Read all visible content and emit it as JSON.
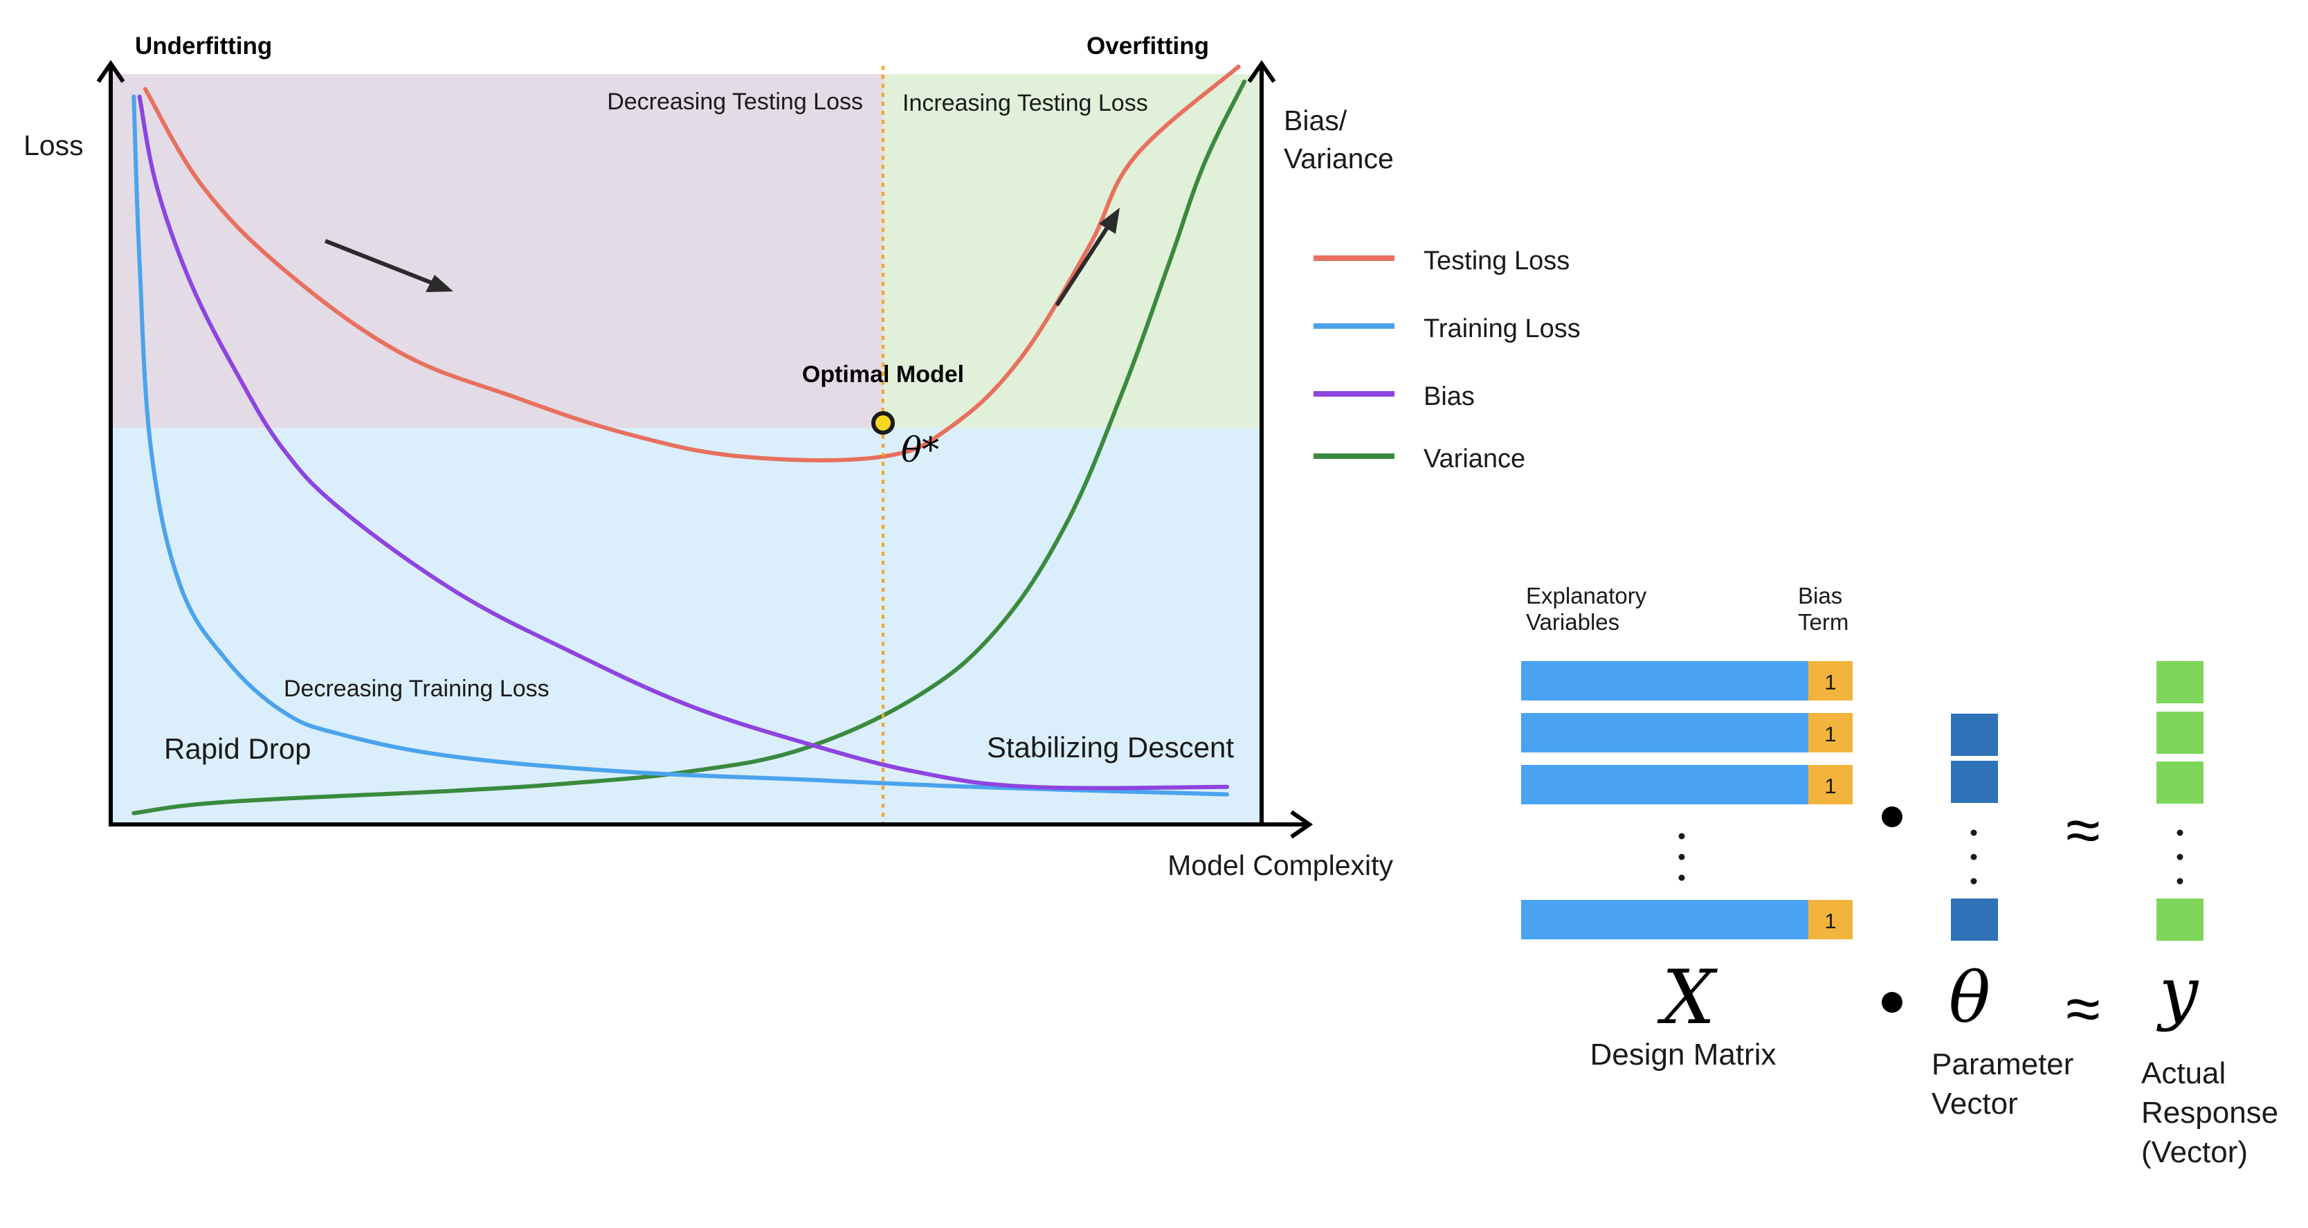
{
  "chart": {
    "corner_left": "Underfitting",
    "corner_right": "Overfitting",
    "y_axis_label": "Loss",
    "y2_axis_label_line1": "Bias/",
    "y2_axis_label_line2": "Variance",
    "x_axis_label": "Model Complexity",
    "region_left_top": "Decreasing Testing Loss",
    "region_right_top": "Increasing Testing Loss",
    "optimal_label": "Optimal Model",
    "theta_star": "θ*",
    "decreasing_training": "Decreasing Training Loss",
    "rapid_drop": "Rapid Drop",
    "stabilizing": "Stabilizing Descent",
    "colors": {
      "testing": "#e8705f",
      "training": "#4aa3ec",
      "bias": "#8e44e0",
      "variance": "#3a8a3e",
      "bg_underfit": "#e3dbe5",
      "bg_overfit": "#e1f0d9",
      "bg_lower": "#dbeefb",
      "optimal_line": "#f5a623",
      "optimal_marker": "#f5d81f"
    }
  },
  "legend": [
    {
      "label": "Testing Loss",
      "color": "#e8705f"
    },
    {
      "label": "Training Loss",
      "color": "#4aa3ec"
    },
    {
      "label": "Bias",
      "color": "#8e44e0"
    },
    {
      "label": "Variance",
      "color": "#3a8a3e"
    }
  ],
  "chart_data": {
    "type": "line",
    "xlabel": "Model Complexity",
    "ylabel": "Loss",
    "y2label": "Bias/ Variance",
    "series": [
      {
        "name": "Testing Loss",
        "color": "#e8705f",
        "points": [
          [
            0.03,
            0.98
          ],
          [
            0.08,
            0.85
          ],
          [
            0.15,
            0.74
          ],
          [
            0.25,
            0.63
          ],
          [
            0.35,
            0.57
          ],
          [
            0.45,
            0.52
          ],
          [
            0.55,
            0.49
          ],
          [
            0.67,
            0.49
          ],
          [
            0.73,
            0.53
          ],
          [
            0.79,
            0.62
          ],
          [
            0.85,
            0.77
          ],
          [
            0.89,
            0.89
          ],
          [
            0.98,
            1.01
          ]
        ]
      },
      {
        "name": "Training Loss",
        "color": "#4aa3ec",
        "points": [
          [
            0.02,
            0.97
          ],
          [
            0.025,
            0.75
          ],
          [
            0.035,
            0.5
          ],
          [
            0.06,
            0.32
          ],
          [
            0.1,
            0.22
          ],
          [
            0.15,
            0.15
          ],
          [
            0.2,
            0.12
          ],
          [
            0.3,
            0.09
          ],
          [
            0.45,
            0.07
          ],
          [
            0.6,
            0.06
          ],
          [
            0.75,
            0.05
          ],
          [
            0.97,
            0.04
          ]
        ]
      },
      {
        "name": "Bias",
        "color": "#8e44e0",
        "points": [
          [
            0.025,
            0.97
          ],
          [
            0.04,
            0.85
          ],
          [
            0.07,
            0.72
          ],
          [
            0.11,
            0.6
          ],
          [
            0.15,
            0.5
          ],
          [
            0.2,
            0.42
          ],
          [
            0.3,
            0.31
          ],
          [
            0.4,
            0.23
          ],
          [
            0.5,
            0.16
          ],
          [
            0.6,
            0.11
          ],
          [
            0.7,
            0.07
          ],
          [
            0.8,
            0.05
          ],
          [
            0.97,
            0.05
          ]
        ]
      },
      {
        "name": "Variance",
        "color": "#3a8a3e",
        "points": [
          [
            0.02,
            0.015
          ],
          [
            0.1,
            0.03
          ],
          [
            0.3,
            0.045
          ],
          [
            0.4,
            0.055
          ],
          [
            0.5,
            0.07
          ],
          [
            0.6,
            0.1
          ],
          [
            0.7,
            0.17
          ],
          [
            0.77,
            0.26
          ],
          [
            0.83,
            0.4
          ],
          [
            0.88,
            0.58
          ],
          [
            0.92,
            0.75
          ],
          [
            0.95,
            0.88
          ],
          [
            0.985,
            0.99
          ]
        ]
      }
    ],
    "optimal_x": 0.675,
    "optimal_label": "Optimal Model",
    "axes_visible": true,
    "grid": false,
    "legend_placement": "right"
  },
  "equation": {
    "header_explanatory_line1": "Explanatory",
    "header_explanatory_line2": "Variables",
    "header_bias_line1": "Bias",
    "header_bias_line2": "Term",
    "one": "1",
    "vdots": "⋮",
    "dot": "•",
    "approx": "≈",
    "X": "X",
    "theta": "θ",
    "y": "y",
    "label_design": "Design Matrix",
    "label_param_line1": "Parameter",
    "label_param_line2": "Vector",
    "label_actual_line1": "Actual",
    "label_actual_line2": "Response",
    "label_actual_line3": "(Vector)",
    "colors": {
      "row": "#4aa3f2",
      "bias": "#f2b43c",
      "param": "#2f72b7",
      "response": "#7dd65a"
    }
  }
}
